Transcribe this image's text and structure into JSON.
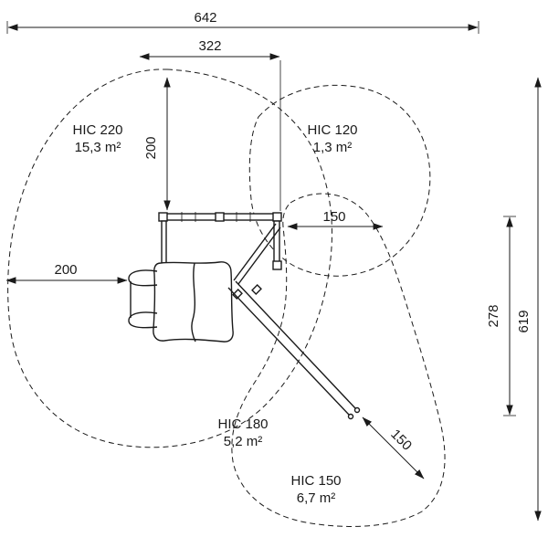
{
  "diagram": {
    "dimensions": {
      "total_width": "642",
      "inner_width": "322",
      "top_depth": "200",
      "left_depth": "200",
      "right_offset": "150",
      "inner_height": "278",
      "total_height": "619",
      "slide_run": "150"
    },
    "zones": [
      {
        "label": "HIC 220",
        "area": "15,3 m²"
      },
      {
        "label": "HIC 120",
        "area": "1,3 m²"
      },
      {
        "label": "HIC 180",
        "area": "5,2 m²"
      },
      {
        "label": "HIC 150",
        "area": "6,7 m²"
      }
    ],
    "colors": {
      "line": "#1a1a1a",
      "background": "#ffffff"
    }
  }
}
